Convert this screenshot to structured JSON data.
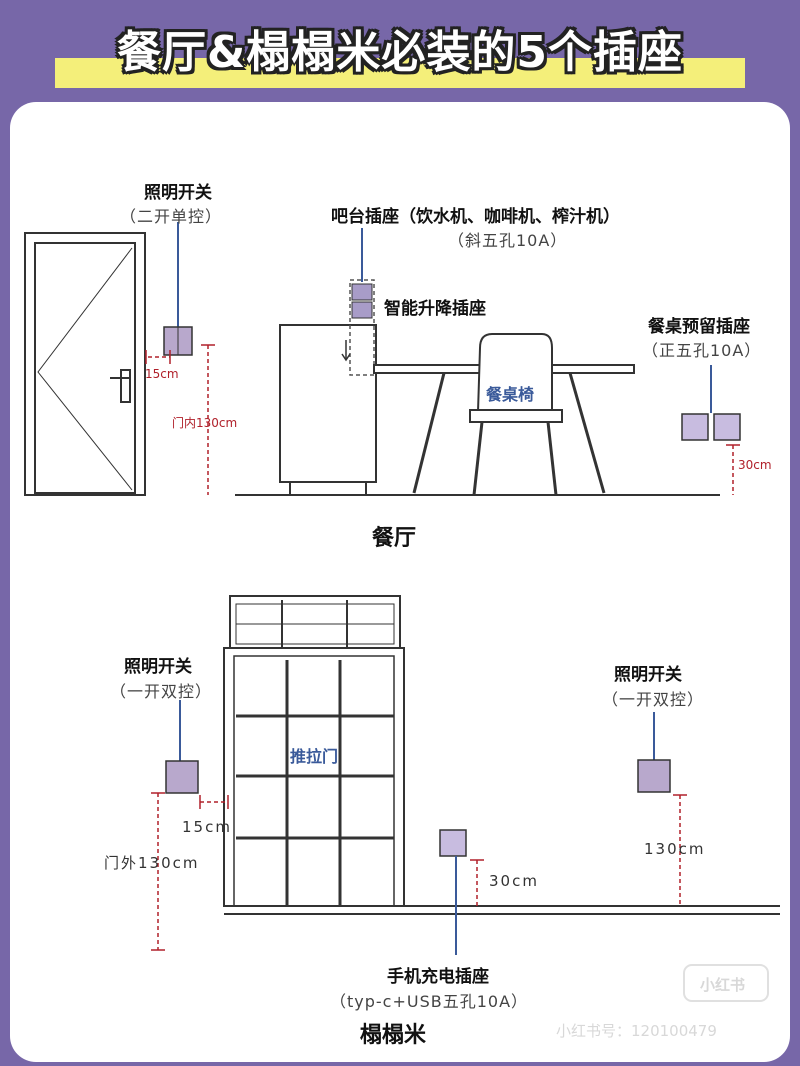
{
  "title": "餐厅&榻榻米必装的5个插座",
  "dining": {
    "section_label": "餐厅",
    "light_switch": {
      "name": "照明开关",
      "spec": "（二开单控）"
    },
    "bar_outlet": {
      "name": "吧台插座（饮水机、咖啡机、榨汁机）",
      "spec": "（斜五孔10A）"
    },
    "popup_outlet": {
      "name": "智能升降插座"
    },
    "table_outlet": {
      "name": "餐桌预留插座",
      "spec": "（正五孔10A）"
    },
    "chair_label": "餐桌椅",
    "dim_15": "15cm",
    "dim_130": "门内130cm",
    "dim_30": "30cm"
  },
  "tatami": {
    "section_label": "榻榻米",
    "left_switch": {
      "name": "照明开关",
      "spec": "（一开双控）"
    },
    "right_switch": {
      "name": "照明开关",
      "spec": "（一开双控）"
    },
    "door_label": "推拉门",
    "charge_outlet": {
      "name": "手机充电插座",
      "spec": "（typ-c+USB五孔10A）"
    },
    "dim_15": "15cm",
    "dim_130_left": "门外130cm",
    "dim_130_right": "130cm",
    "dim_30": "30cm"
  },
  "watermark": {
    "logo": "小红书",
    "id": "小红书号：120100479"
  },
  "colors": {
    "background": "#7767a8",
    "title_bar": "#f4ef7a",
    "dimension_red": "#b0202a",
    "label_blue": "#3a5a9a"
  }
}
